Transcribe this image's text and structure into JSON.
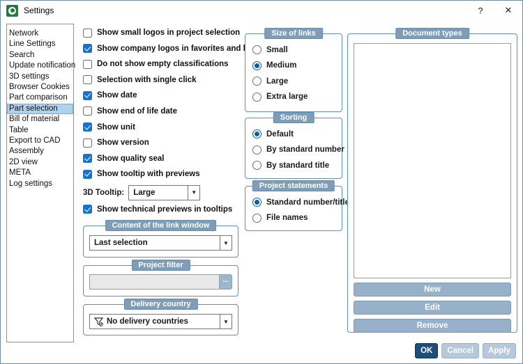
{
  "window": {
    "title": "Settings",
    "help_label": "?",
    "close_label": "✕"
  },
  "sidebar": {
    "items": [
      {
        "label": "Network",
        "selected": false
      },
      {
        "label": "Line Settings",
        "selected": false
      },
      {
        "label": "Search",
        "selected": false
      },
      {
        "label": "Update notification",
        "selected": false
      },
      {
        "label": "3D settings",
        "selected": false
      },
      {
        "label": "Browser Cookies",
        "selected": false
      },
      {
        "label": "Part comparison",
        "selected": false
      },
      {
        "label": "Part selection",
        "selected": true
      },
      {
        "label": "Bill of material",
        "selected": false
      },
      {
        "label": "Table",
        "selected": false
      },
      {
        "label": "Export to CAD",
        "selected": false
      },
      {
        "label": "Assembly",
        "selected": false
      },
      {
        "label": "2D view",
        "selected": false
      },
      {
        "label": "META",
        "selected": false
      },
      {
        "label": "Log settings",
        "selected": false
      }
    ]
  },
  "checkboxes": [
    {
      "label": "Show small logos in project selection",
      "checked": false
    },
    {
      "label": "Show company logos in favorites and links",
      "checked": true
    },
    {
      "label": "Do not show empty classifications",
      "checked": false
    },
    {
      "label": "Selection with single click",
      "checked": false
    },
    {
      "label": "Show date",
      "checked": true
    },
    {
      "label": "Show end of life date",
      "checked": false
    },
    {
      "label": "Show unit",
      "checked": true
    },
    {
      "label": "Show version",
      "checked": false
    },
    {
      "label": "Show quality seal",
      "checked": true
    },
    {
      "label": "Show tooltip with previews",
      "checked": true
    },
    {
      "label": "Show technical previews in tooltips",
      "checked": true
    }
  ],
  "tooltip_3d": {
    "label": "3D Tooltip:",
    "value": "Large"
  },
  "link_window": {
    "title": "Content of the link window",
    "value": "Last selection"
  },
  "project_filter": {
    "title": "Project filter",
    "input_value": "",
    "browse_label": "..."
  },
  "delivery": {
    "title": "Delivery country",
    "value": "No delivery countries"
  },
  "size_of_links": {
    "title": "Size of links",
    "options": [
      {
        "label": "Small",
        "selected": false
      },
      {
        "label": "Medium",
        "selected": true
      },
      {
        "label": "Large",
        "selected": false
      },
      {
        "label": "Extra large",
        "selected": false
      }
    ]
  },
  "sorting": {
    "title": "Sorting",
    "options": [
      {
        "label": "Default",
        "selected": true
      },
      {
        "label": "By standard number",
        "selected": false
      },
      {
        "label": "By standard title",
        "selected": false
      }
    ]
  },
  "project_statements": {
    "title": "Project statements",
    "options": [
      {
        "label": "Standard number/title",
        "selected": true
      },
      {
        "label": "File names",
        "selected": false
      }
    ]
  },
  "document_types": {
    "title": "Document types",
    "buttons": {
      "new": "New",
      "edit": "Edit",
      "remove": "Remove"
    }
  },
  "footer": {
    "ok": "OK",
    "cancel": "Cancel",
    "apply": "Apply"
  },
  "colors": {
    "accent_blue": "#1673d1",
    "group_border": "#5d8fc0",
    "badge_bg": "#7e9db9",
    "button_steel": "#96b1c9",
    "ok_bg": "#1d4e79",
    "selection_bg": "#aed2ee",
    "icon_green": "#188038"
  }
}
